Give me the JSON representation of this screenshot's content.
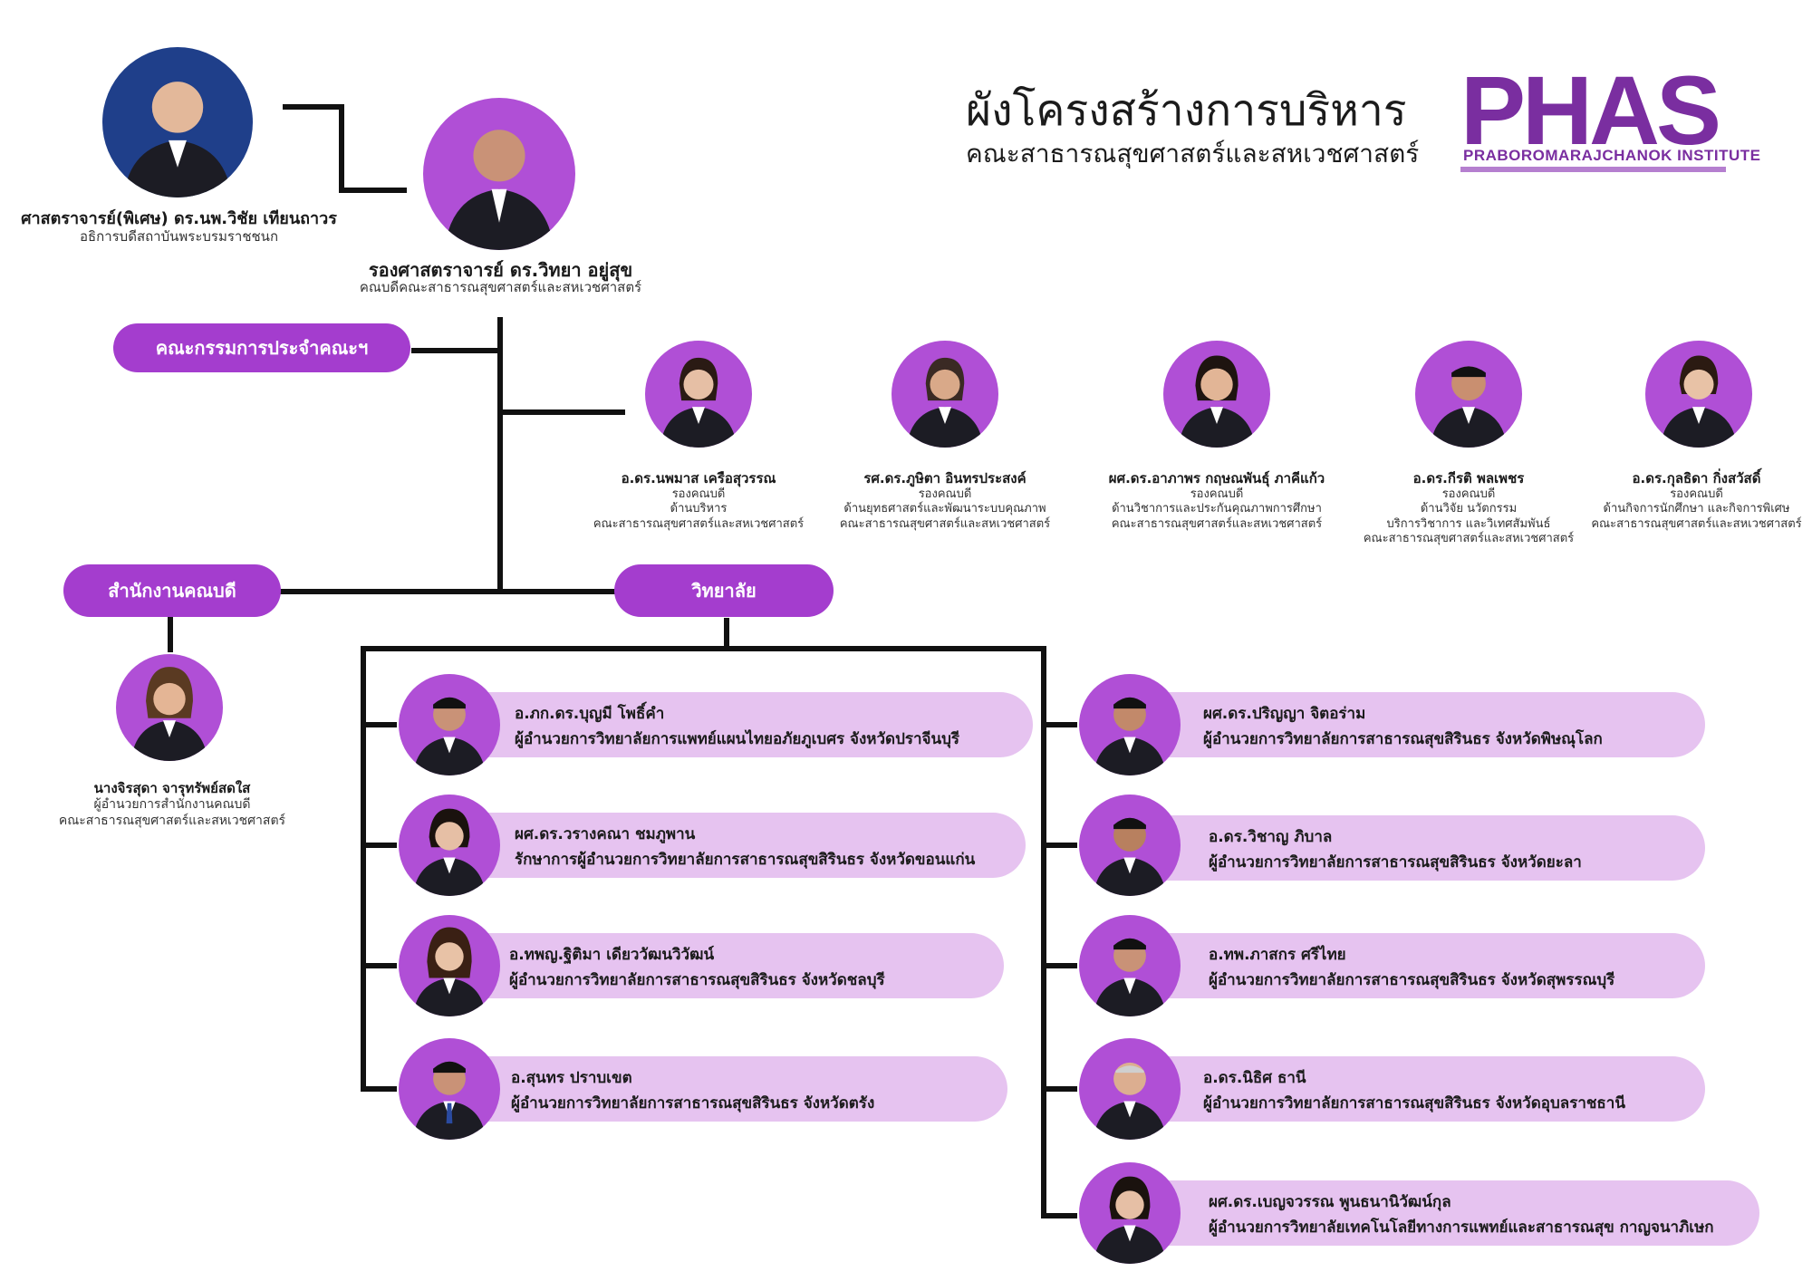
{
  "header": {
    "title": "ผังโครงสร้างการบริหาร",
    "subtitle": "คณะสาธารณสุขศาสตร์และสหเวชศาสตร์",
    "logo_text": "PHAS",
    "logo_subtext": "PRABOROMARAJCHANOK INSTITUTE"
  },
  "top": {
    "president": {
      "name": "ศาสตราจารย์(พิเศษ) ดร.นพ.วิชัย เทียนถาวร",
      "role": "อธิการบดีสถาบันพระบรมราชชนก"
    },
    "dean": {
      "name": "รองศาสตราจารย์ ดร.วิทยา อยู่สุข",
      "role": "คณบดีคณะสาธารณสุขศาสตร์และสหเวชศาสตร์"
    }
  },
  "units": {
    "committee": "คณะกรรมการประจำคณะฯ",
    "office": "สำนักงานคณบดี",
    "college": "วิทยาลัย"
  },
  "deputies": [
    {
      "name": "อ.ดร.นพมาส เครือสุวรรณ",
      "lines": [
        "รองคณบดี",
        "ด้านบริหาร",
        "คณะสาธารณสุขศาสตร์และสหเวชศาสตร์"
      ]
    },
    {
      "name": "รศ.ดร.ภูษิตา อินทรประสงค์",
      "lines": [
        "รองคณบดี",
        "ด้านยุทธศาสตร์และพัฒนาระบบคุณภาพ",
        "คณะสาธารณสุขศาสตร์และสหเวชศาสตร์"
      ]
    },
    {
      "name": "ผศ.ดร.อาภาพร กฤษณพันธุ์ ภาคีแก้ว",
      "lines": [
        "รองคณบดี",
        "ด้านวิชาการและประกันคุณภาพการศึกษา",
        "คณะสาธารณสุขศาสตร์และสหเวชศาสตร์"
      ]
    },
    {
      "name": "อ.ดร.กีรติ พลเพชร",
      "lines": [
        "รองคณบดี",
        "ด้านวิจัย นวัตกรรม",
        "บริการวิชาการ และวิเทศสัมพันธ์",
        "คณะสาธารณสุขศาสตร์และสหเวชศาสตร์"
      ]
    },
    {
      "name": "อ.ดร.กุลธิดา กิ่งสวัสดิ์",
      "lines": [
        "รองคณบดี",
        "ด้านกิจการนักศึกษา และกิจการพิเศษ",
        "คณะสาธารณสุขศาสตร์และสหเวชศาสตร์"
      ]
    }
  ],
  "office_head": {
    "name": "นางจิรสุดา จารุทรัพย์สดใส",
    "lines": [
      "ผู้อำนวยการสำนักงานคณบดี",
      "คณะสาธารณสุขศาสตร์และสหเวชศาสตร์"
    ]
  },
  "directors_left": [
    {
      "name": "อ.ภก.ดร.บุญมี โพธิ์คำ",
      "title": "ผู้อำนวยการวิทยาลัยการแพทย์แผนไทยอภัยภูเบศร จังหวัดปราจีนบุรี"
    },
    {
      "name": "ผศ.ดร.วรางคณา ชมภูพาน",
      "title": "รักษาการผู้อำนวยการวิทยาลัยการสาธารณสุขสิรินธร จังหวัดขอนแก่น"
    },
    {
      "name": "อ.ทพญ.ฐิติมา เดียววัฒนวิวัฒน์",
      "title": "ผู้อำนวยการวิทยาลัยการสาธารณสุขสิรินธร จังหวัดชลบุรี"
    },
    {
      "name": "อ.สุนทร ปราบเขต",
      "title": "ผู้อำนวยการวิทยาลัยการสาธารณสุขสิรินธร จังหวัดตรัง"
    }
  ],
  "directors_right": [
    {
      "name": "ผศ.ดร.ปริญญา จิตอร่าม",
      "title": "ผู้อำนวยการวิทยาลัยการสาธารณสุขสิรินธร จังหวัดพิษณุโลก"
    },
    {
      "name": "อ.ดร.วิชาญ ภิบาล",
      "title": "ผู้อำนวยการวิทยาลัยการสาธารณสุขสิรินธร จังหวัดยะลา"
    },
    {
      "name": "อ.ทพ.ภาสกร ศรีไทย",
      "title": "ผู้อำนวยการวิทยาลัยการสาธารณสุขสิรินธร จังหวัดสุพรรณบุรี"
    },
    {
      "name": "อ.ดร.นิธิศ ธานี",
      "title": "ผู้อำนวยการวิทยาลัยการสาธารณสุขสิรินธร จังหวัดอุบลราชธานี"
    },
    {
      "name": "ผศ.ดร.เบญจวรรณ พูนธนานิวัฒน์กุล",
      "title": "ผู้อำนวยการวิทยาลัยเทคโนโลยีทางการแพทย์และสาธารณสุข กาญจนาภิเษก"
    }
  ],
  "colors": {
    "accent": "#a43dce",
    "bar": "#e6c3f0",
    "photo_bg": "#b04fd6",
    "navy": "#1f3f8a",
    "logo": "#7a2ea0"
  }
}
